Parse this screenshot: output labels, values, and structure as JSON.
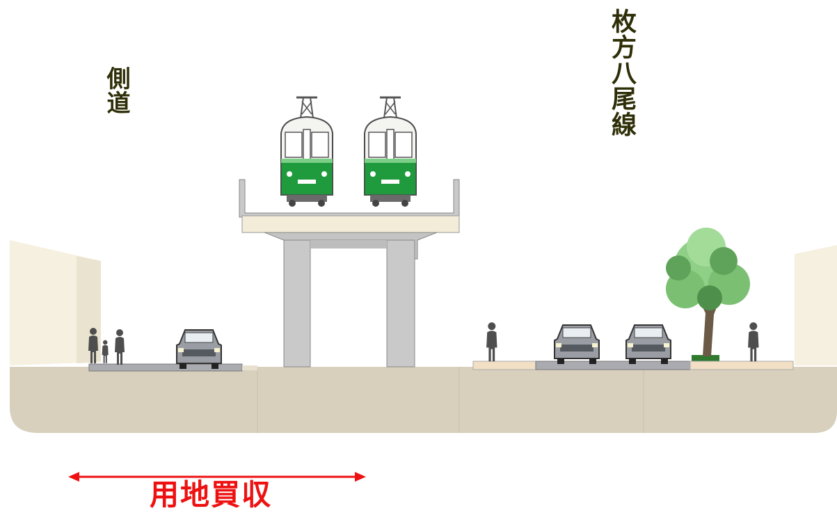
{
  "labels": {
    "side_road": "側道",
    "main_road": "枚方八尾線",
    "land_acquisition": "用地買収"
  },
  "colors": {
    "ground": "#d8d0bd",
    "sidewalk": "#f2dfc5",
    "road": "#aaaab1",
    "viaduct": "#c9c9c9",
    "deck": "#f3ecd8",
    "train_green": "#1f9a3d",
    "arrow": "#ee1111",
    "label_text": "#2e2e08"
  },
  "icons": [
    "train",
    "car",
    "pedestrian",
    "tree",
    "building",
    "viaduct-pier",
    "double-arrow"
  ]
}
